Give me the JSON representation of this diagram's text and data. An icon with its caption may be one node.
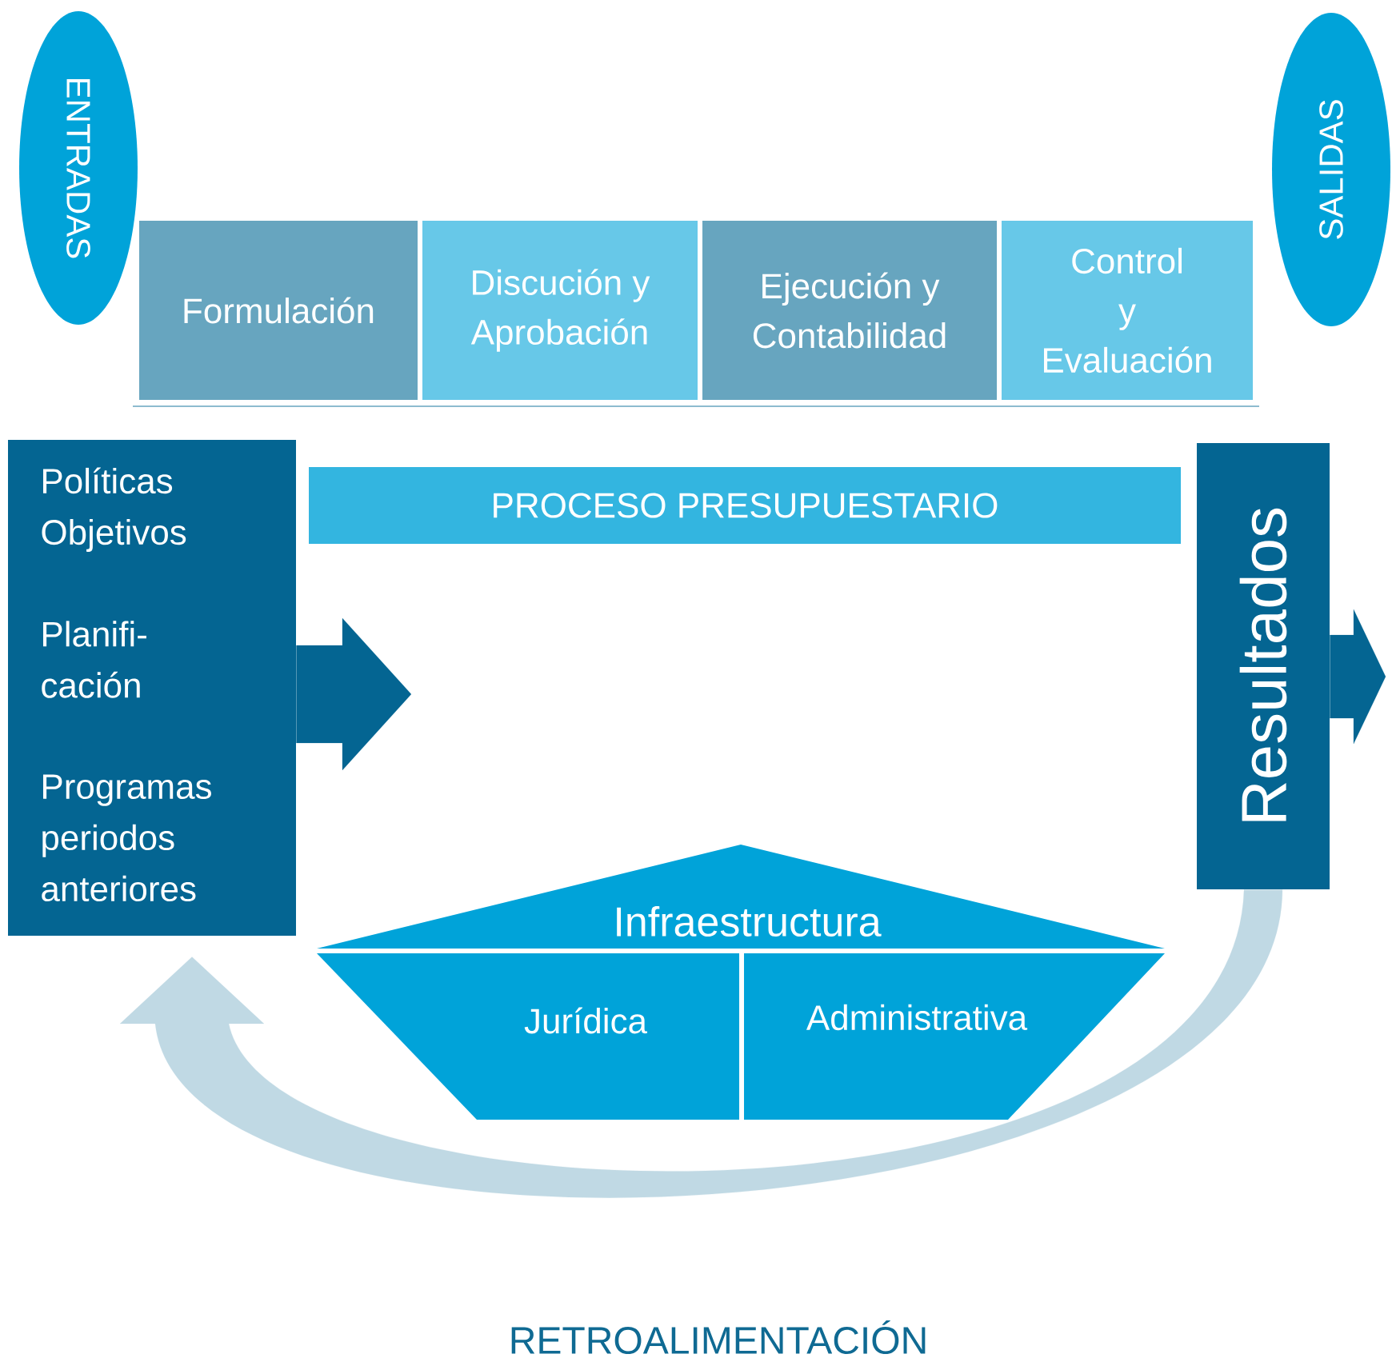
{
  "diagram": {
    "nodes": [
      {
        "text": [
          "ENTRADAS"
        ]
      },
      {
        "text": [
          "SALIDAS"
        ]
      },
      {
        "text": [
          "Formulación"
        ]
      },
      {
        "text": [
          "Discución y Aprobación"
        ]
      },
      {
        "text": [
          "Ejecución y Contabilidad"
        ]
      },
      {
        "text": [
          "Control y Evaluación"
        ]
      },
      {
        "text": [
          "Políticas Objetivos",
          "Planifi- cación",
          "Programas periodos anteriores"
        ]
      },
      {
        "text": [
          "PROCESO PRESUPUESTARIO"
        ]
      },
      {
        "text": [
          "Resultados"
        ]
      },
      {
        "text": [
          "Infraestructura"
        ]
      },
      {
        "text": [
          "Jurídica"
        ]
      },
      {
        "text": [
          "Administrativa"
        ]
      }
    ],
    "edges": [
      {
        "from": 6,
        "to": null,
        "arrow": "to"
      },
      {
        "from": 8,
        "to": null,
        "arrow": "to"
      },
      {
        "from": 8,
        "to": 6,
        "arrow": "to",
        "color": "#c0d9e4"
      }
    ],
    "labels": [
      "RETROALIMENTACIÓN"
    ]
  }
}
